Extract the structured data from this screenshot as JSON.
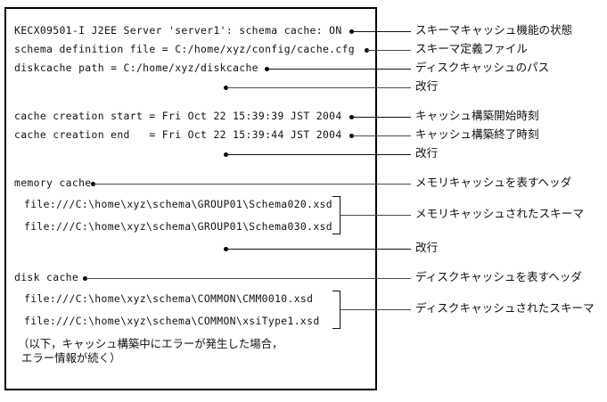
{
  "figure": {
    "kind": "console-output-with-callouts",
    "colors": {
      "text": "#111111",
      "border": "#000000",
      "leader": "#4a4a4a",
      "background": "#ffffff"
    }
  },
  "console": {
    "lines": [
      {
        "text": "KECX09501-I J2EE Server 'server1': schema cache: ON",
        "indent": 0
      },
      {
        "text": "schema definition file = C:/home/xyz/config/cache.cfg",
        "indent": 0
      },
      {
        "text": "diskcache path = C:/home/xyz/diskcache",
        "indent": 0
      },
      {
        "text": "",
        "indent": 0
      },
      {
        "text": "cache creation start = Fri Oct 22 15:39:39 JST 2004",
        "indent": 0
      },
      {
        "text": "cache creation end   = Fri Oct 22 15:39:44 JST 2004",
        "indent": 0
      },
      {
        "text": "",
        "indent": 0
      },
      {
        "text": "memory cache",
        "indent": 0
      },
      {
        "text": "file:///C:\\home\\xyz\\schema\\GROUP01\\Schema020.xsd",
        "indent": 1
      },
      {
        "text": "file:///C:\\home\\xyz\\schema\\GROUP01\\Schema030.xsd",
        "indent": 1
      },
      {
        "text": "",
        "indent": 0
      },
      {
        "text": "disk cache",
        "indent": 0
      },
      {
        "text": "file:///C:\\home\\xyz\\schema\\COMMON\\CMM0010.xsd",
        "indent": 1
      },
      {
        "text": "file:///C:\\home\\xyz\\schema\\COMMON\\xsiType1.xsd",
        "indent": 1
      }
    ],
    "note": "（以下，キャッシュ構築中にエラーが発生した場合，\n エラー情報が続く）"
  },
  "annotations": [
    {
      "label": "スキーマキャッシュ機能の状態",
      "target": "schema-cache-state"
    },
    {
      "label": "スキーマ定義ファイル",
      "target": "schema-definition-file"
    },
    {
      "label": "ディスクキャッシュのパス",
      "target": "diskcache-path"
    },
    {
      "label": "改行",
      "target": "blank-line-1"
    },
    {
      "label": "キャッシュ構築開始時刻",
      "target": "cache-creation-start"
    },
    {
      "label": "キャッシュ構築終了時刻",
      "target": "cache-creation-end"
    },
    {
      "label": "改行",
      "target": "blank-line-2"
    },
    {
      "label": "メモリキャッシュを表すヘッダ",
      "target": "memory-cache-header"
    },
    {
      "label": "メモリキャッシュされたスキーマ",
      "target": "memory-cached-schemas"
    },
    {
      "label": "改行",
      "target": "blank-line-3"
    },
    {
      "label": "ディスクキャッシュを表すヘッダ",
      "target": "disk-cache-header"
    },
    {
      "label": "ディスクキャッシュされたスキーマ",
      "target": "disk-cached-schemas"
    }
  ]
}
